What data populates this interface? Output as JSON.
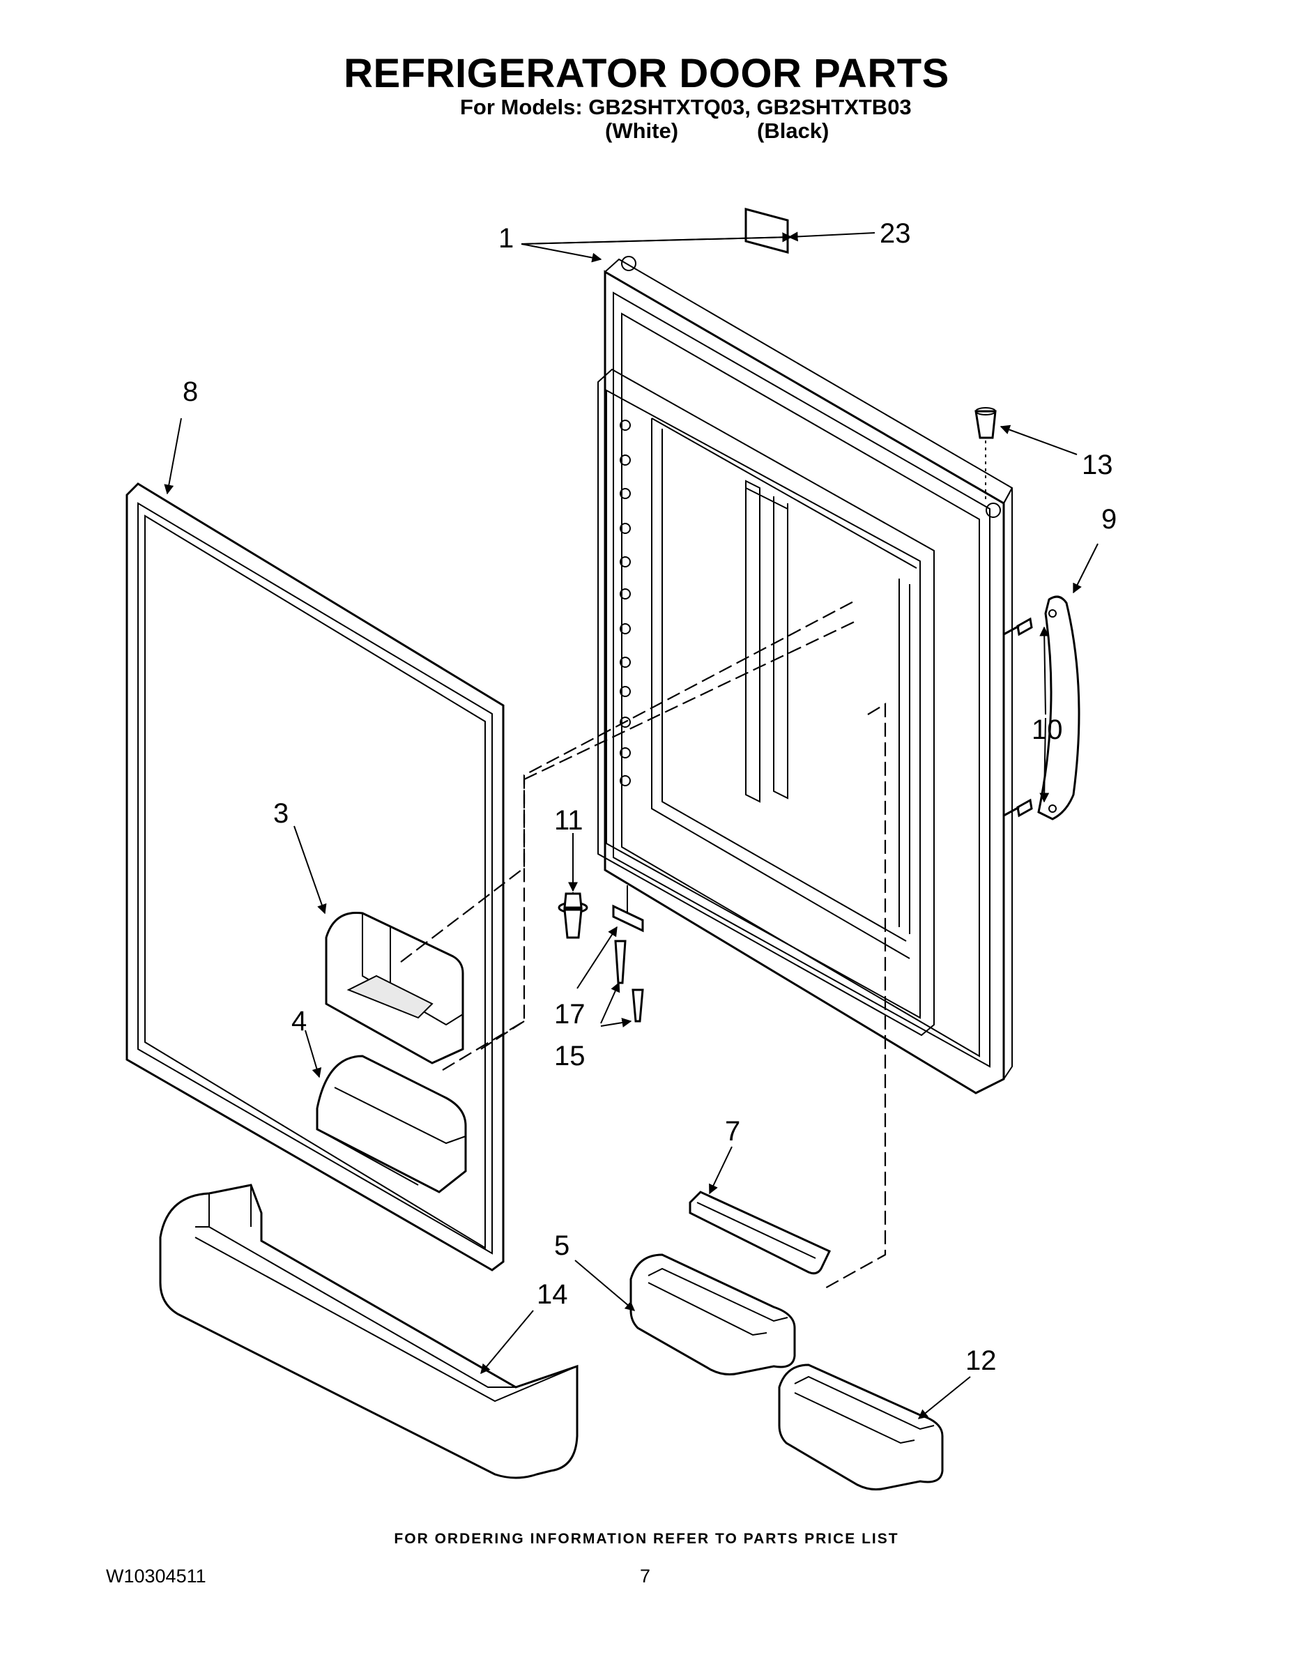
{
  "header": {
    "title": "REFRIGERATOR DOOR PARTS",
    "models_line": "For Models: GB2SHTXTQ03, GB2SHTXTB03",
    "variant_white": "(White)",
    "variant_black": "(Black)"
  },
  "callouts": {
    "c1": "1",
    "c3": "3",
    "c4": "4",
    "c5": "5",
    "c7": "7",
    "c8": "8",
    "c9": "9",
    "c10": "10",
    "c11": "11",
    "c12": "12",
    "c13": "13",
    "c14": "14",
    "c15": "15",
    "c17": "17",
    "c23": "23"
  },
  "footer": {
    "ordering_note": "FOR ORDERING INFORMATION REFER TO PARTS PRICE LIST",
    "document_number": "W10304511",
    "page_number": "7"
  }
}
